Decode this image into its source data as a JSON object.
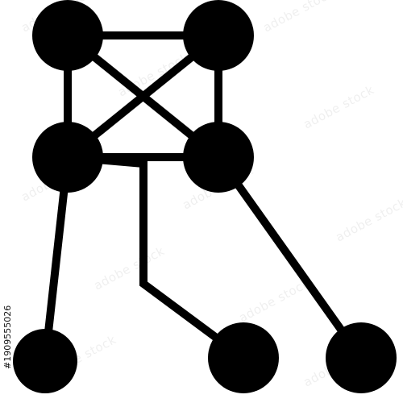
{
  "icon": {
    "name": "network-graph-icon",
    "node_color": "#000000",
    "edge_color": "#000000",
    "background": "#ffffff"
  },
  "nodes": [
    {
      "id": "top-left"
    },
    {
      "id": "top-right"
    },
    {
      "id": "mid-left"
    },
    {
      "id": "mid-right"
    },
    {
      "id": "bottom-left"
    },
    {
      "id": "bottom-middle"
    },
    {
      "id": "bottom-right"
    }
  ],
  "edges": [
    {
      "from": "top-left",
      "to": "top-right"
    },
    {
      "from": "top-left",
      "to": "mid-left"
    },
    {
      "from": "top-right",
      "to": "mid-right"
    },
    {
      "from": "top-left",
      "to": "mid-right"
    },
    {
      "from": "top-right",
      "to": "mid-left"
    },
    {
      "from": "mid-left",
      "to": "mid-right"
    },
    {
      "from": "mid-left",
      "to": "bottom-left"
    },
    {
      "from": "mid-right",
      "to": "bottom-right"
    },
    {
      "from": "mid-left",
      "to": "bottom-middle",
      "routed": true
    }
  ],
  "watermark": {
    "text": "adobe stock",
    "color": "#777777"
  },
  "stock_id": "#1909555026"
}
